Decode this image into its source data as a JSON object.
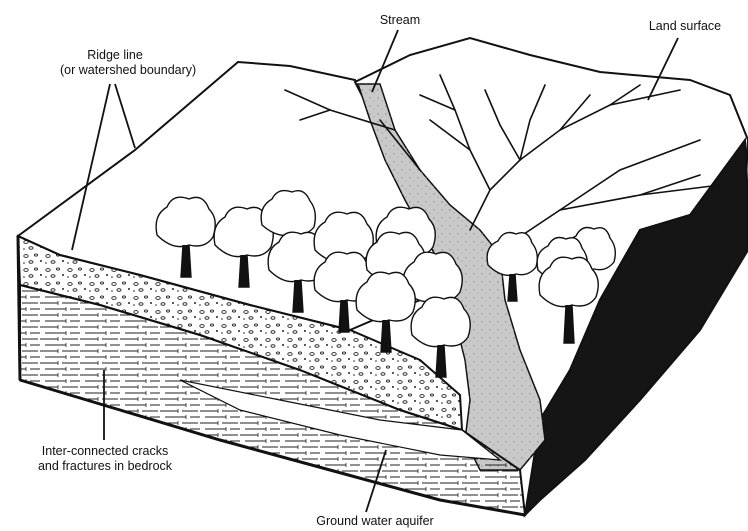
{
  "labels": {
    "ridge_line": "Ridge line",
    "ridge_line_sub": "(or watershed boundary)",
    "stream": "Stream",
    "land_surface": "Land surface",
    "cracks_line1": "Inter-connected cracks",
    "cracks_line2": "and fractures in bedrock",
    "aquifer": "Ground water aquifer"
  },
  "colors": {
    "ink": "#111111",
    "stream_fill": "#c9c9c9",
    "background": "#ffffff"
  }
}
